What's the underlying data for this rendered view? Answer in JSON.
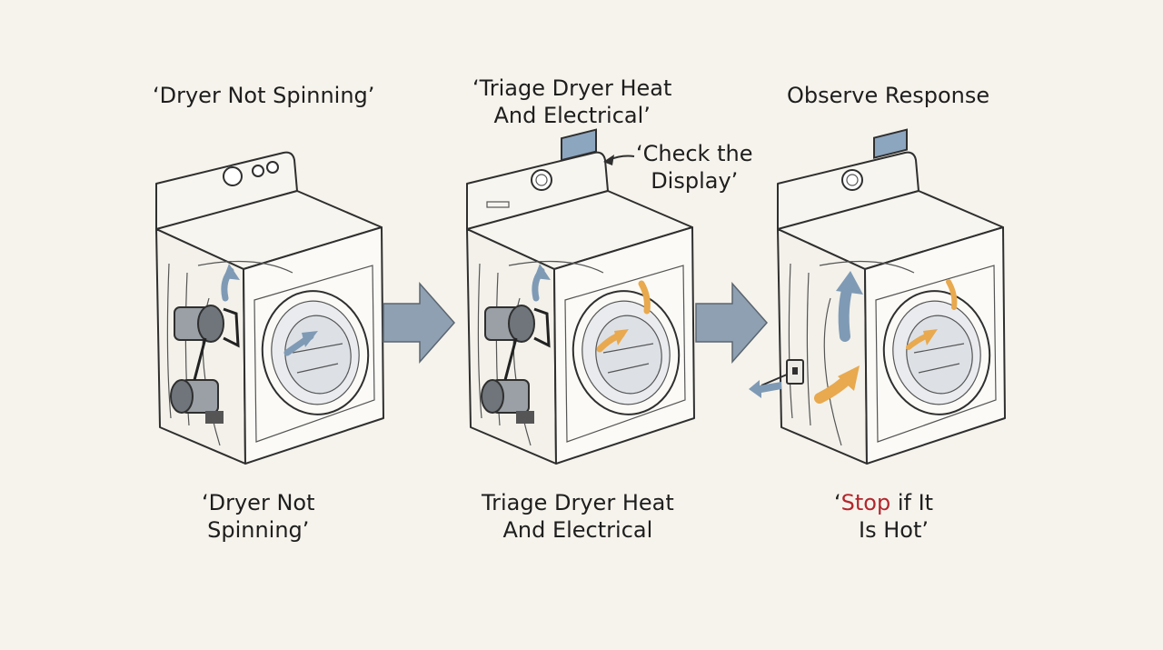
{
  "steps": [
    {
      "top_label": "‘Dryer Not Spinning’",
      "bottom_label_lines": [
        "‘Dryer Not",
        "Spinning’"
      ]
    },
    {
      "top_label_lines": [
        "‘Triage Dryer Heat",
        "And Electrical’"
      ],
      "callout_lines": [
        "‘Check the",
        "Display’"
      ],
      "bottom_label_lines": [
        "Triage Dryer Heat",
        "And Electrical"
      ]
    },
    {
      "top_label": "Observe Response",
      "bottom_label": {
        "open_quote": "‘",
        "warn_word": "Stop",
        "rest_line1": " if It",
        "line2": "Is Hot’"
      }
    }
  ],
  "colors": {
    "background": "#f6f3ec",
    "flow_arrow": "#8ea0b2",
    "rotation_arrow_blue": "#7f9ab5",
    "heat_arrow_orange": "#e8a94f",
    "warning_text": "#b3262d"
  }
}
